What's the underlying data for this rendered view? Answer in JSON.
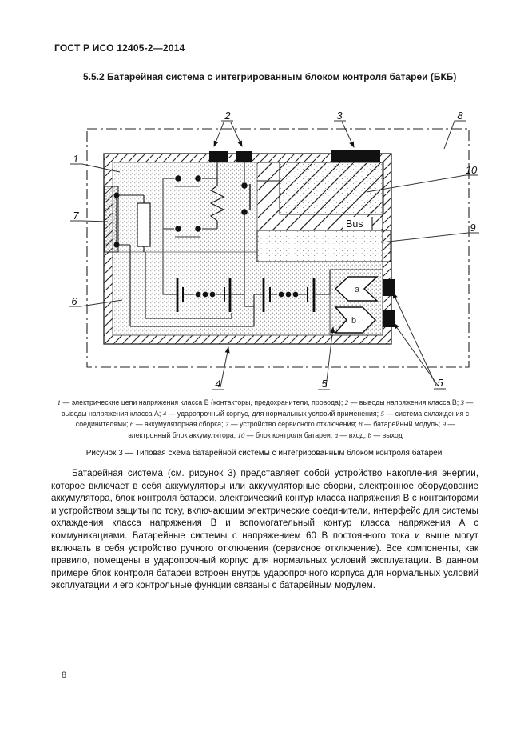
{
  "page": {
    "header": "ГОСТ Р ИСО 12405-2—2014",
    "page_number": "8"
  },
  "section": {
    "heading": "5.5.2 Батарейная система с интегрированным блоком контроля батареи (БКБ)"
  },
  "figure": {
    "caption": "Рисунок 3 — Типовая схема батарейной системы с интегрированным блоком контроля батареи",
    "callouts": {
      "c1": "1",
      "c2": "2",
      "c3": "3",
      "c4": "4",
      "c5a": "5",
      "c5b": "5",
      "c6": "6",
      "c7": "7",
      "c8": "8",
      "c9": "9",
      "c10": "10"
    },
    "diagram_text": {
      "bus": "Bus",
      "inlet": "a",
      "outlet": "b"
    },
    "legend": {
      "items": [
        {
          "label": "1",
          "text": "электрические цепи напряжения класса В (контакторы, предохранители, провода)"
        },
        {
          "label": "2",
          "text": "выводы напряжения класса В"
        },
        {
          "label": "3",
          "text": "выводы напряжения класса А"
        },
        {
          "label": "4",
          "text": "ударопрочный корпус, для нормальных условий применения"
        },
        {
          "label": "5",
          "text": "система охлаждения с соединителями"
        },
        {
          "label": "6",
          "text": "аккумуляторная сборка"
        },
        {
          "label": "7",
          "text": "устройство сервисного отключения"
        },
        {
          "label": "8",
          "text": "батарейный модуль"
        },
        {
          "label": "9",
          "text": "электронный блок аккумулятора"
        },
        {
          "label": "10",
          "text": "блок контроля батареи"
        },
        {
          "label": "a",
          "text": "вход"
        },
        {
          "label": "b",
          "text": "выход"
        }
      ]
    }
  },
  "body": {
    "paragraph": "Батарейная система (см. рисунок 3) представляет собой устройство накопления энергии, которое включает в себя аккумуляторы или аккумуляторные сборки, электронное оборудование аккумулятора, блок контроля батареи, электрический контур класса напряжения В с контакторами и устройством защиты по току, включающим электрические соединители, интерфейс для системы охлаждения класса напряжения В и вспомогательный контур класса напряжения А с коммуникациями. Батарейные системы с напряжением 60 В постоянного тока и выше могут включать в себя устройство ручного отключения (сервисное отключение). Все компоненты, как правило, помещены в ударопрочный корпус для нормальных условий эксплуатации. В данном примере блок контроля батареи встроен внутрь ударопрочного корпуса для нормальных условий эксплуатации и его контрольные функции связаны с батарейным модулем."
  }
}
